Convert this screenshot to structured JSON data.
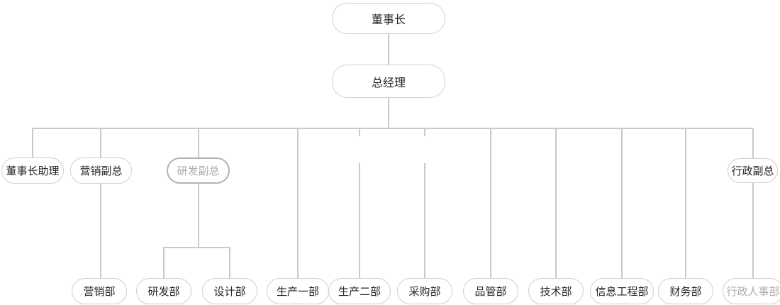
{
  "diagram_type": "org-chart",
  "nodes": {
    "chairman": {
      "label": "董事长"
    },
    "general_manager": {
      "label": "总经理"
    },
    "chairman_assistant": {
      "label": "董事长助理"
    },
    "marketing_vp": {
      "label": "营销副总"
    },
    "rnd_vp": {
      "label": "研发副总",
      "muted": true
    },
    "admin_vp": {
      "label": "行政副总"
    },
    "marketing_dept": {
      "label": "营销部"
    },
    "rnd_dept": {
      "label": "研发部"
    },
    "design_dept": {
      "label": "设计部"
    },
    "production_dept_1": {
      "label": "生产一部"
    },
    "production_dept_2": {
      "label": "生产二部"
    },
    "purchasing_dept": {
      "label": "采购部"
    },
    "quality_dept": {
      "label": "品管部"
    },
    "tech_dept": {
      "label": "技术部"
    },
    "info_engineering_dept": {
      "label": "信息工程部"
    },
    "finance_dept": {
      "label": "财务部"
    },
    "admin_hr_dept": {
      "label": "行政人事部",
      "muted": true
    }
  },
  "edges": [
    [
      "董事长",
      "总经理"
    ],
    [
      "总经理",
      "董事长助理"
    ],
    [
      "总经理",
      "营销副总"
    ],
    [
      "总经理",
      "研发副总"
    ],
    [
      "总经理",
      "行政副总"
    ],
    [
      "总经理",
      "生产一部"
    ],
    [
      "总经理",
      "生产二部"
    ],
    [
      "总经理",
      "采购部"
    ],
    [
      "总经理",
      "品管部"
    ],
    [
      "总经理",
      "技术部"
    ],
    [
      "总经理",
      "信息工程部"
    ],
    [
      "总经理",
      "财务部"
    ],
    [
      "营销副总",
      "营销部"
    ],
    [
      "研发副总",
      "研发部"
    ],
    [
      "研发副总",
      "设计部"
    ],
    [
      "行政副总",
      "行政人事部"
    ]
  ],
  "colors": {
    "background": "#ffffff",
    "line": "#c9c9c9",
    "node_border": "#d0d0d0",
    "node_border_muted": "#b3b3b3",
    "text": "#262626",
    "text_muted": "#ababab"
  }
}
